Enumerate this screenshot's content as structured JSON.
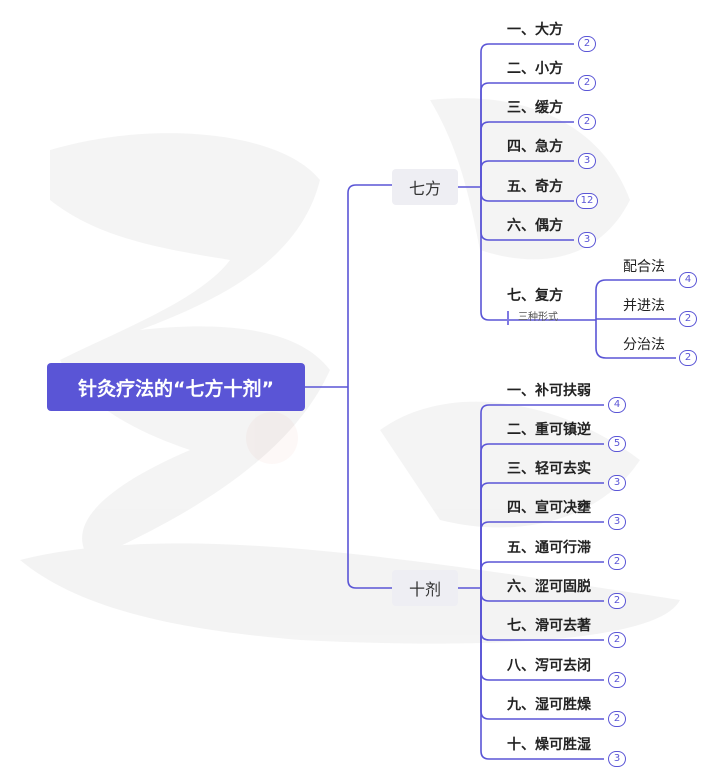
{
  "root": "针灸疗法的“七方十剂”",
  "branches": {
    "qifang": {
      "label": "七方",
      "items": [
        {
          "label": "一、大方",
          "count": "2"
        },
        {
          "label": "二、小方",
          "count": "2"
        },
        {
          "label": "三、缓方",
          "count": "2"
        },
        {
          "label": "四、急方",
          "count": "3"
        },
        {
          "label": "五、奇方",
          "count": "12"
        },
        {
          "label": "六、偶方",
          "count": "3"
        },
        {
          "label": "七、复方",
          "note": "三种形式",
          "children": [
            {
              "label": "配合法",
              "count": "4"
            },
            {
              "label": "并进法",
              "count": "2"
            },
            {
              "label": "分治法",
              "count": "2"
            }
          ]
        }
      ]
    },
    "shiji": {
      "label": "十剂",
      "items": [
        {
          "label": "一、补可扶弱",
          "count": "4"
        },
        {
          "label": "二、重可镇逆",
          "count": "5"
        },
        {
          "label": "三、轻可去实",
          "count": "3"
        },
        {
          "label": "四、宣可决壅",
          "count": "3"
        },
        {
          "label": "五、通可行滞",
          "count": "2"
        },
        {
          "label": "六、涩可固脱",
          "count": "2"
        },
        {
          "label": "七、滑可去著",
          "count": "2"
        },
        {
          "label": "八、泻可去闭",
          "count": "2"
        },
        {
          "label": "九、湿可胜燥",
          "count": "2"
        },
        {
          "label": "十、燥可胜湿",
          "count": "3"
        }
      ]
    }
  },
  "colors": {
    "accent": "#5A55D6",
    "branch_bg": "#EEEEF3"
  }
}
